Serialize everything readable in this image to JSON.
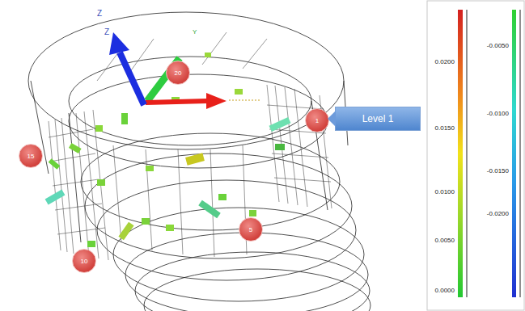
{
  "diagram": {
    "nodes": [
      {
        "text": [
          "20"
        ]
      },
      {
        "text": [
          "1"
        ]
      },
      {
        "text": [
          "Level 1"
        ]
      },
      {
        "text": [
          "15"
        ]
      },
      {
        "text": [
          "5"
        ]
      },
      {
        "text": [
          "10"
        ]
      }
    ],
    "labels": [
      "Z",
      "Z",
      "Y",
      "0.0200",
      "0.0150",
      "0.0100",
      "0.0050",
      "0.0000",
      "-0.0050",
      "-0.0100",
      "-0.0150",
      "-0.0200"
    ]
  }
}
